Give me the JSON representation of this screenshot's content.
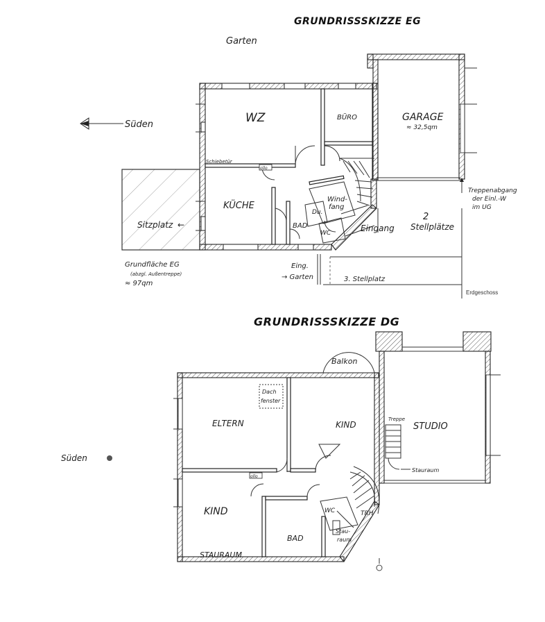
{
  "titles": {
    "eg": "GRUNDRISSSKIZZE EG",
    "dg": "GRUNDRISSSKIZZE DG"
  },
  "eg": {
    "garten": "Garten",
    "sueden": "Süden",
    "wz": "WZ",
    "buero": "BÜRO",
    "garage": "GARAGE",
    "garage_area": "≈ 32,5qm",
    "schiebetuer": "Schiebetür",
    "kueche": "KÜCHE",
    "sitzplatz": "Sitzplatz",
    "wind": "Wind-",
    "fang": "fang",
    "du": "Du.",
    "bad": "BAD",
    "wc": "WC",
    "eingang": "Eingang",
    "stellplaetze_count": "2",
    "stellplaetze": "Stellplätze",
    "treppen_1": "Treppenabgang",
    "treppen_2": "der Einl.-W",
    "treppen_3": "im UG",
    "grund_1": "Grundfläche EG",
    "grund_2": "(abzgl. Außentreppe)",
    "grund_3": "≈ 97qm",
    "eing_1": "Eing.",
    "eing_2": "→ Garten",
    "stellplatz3": "3. Stellplatz",
    "erdgeschoss": "Erdgeschoss",
    "ollo": "ollo"
  },
  "dg": {
    "balkon": "Balkon",
    "dachfenster_1": "Dach",
    "dachfenster_2": "fenster",
    "eltern": "ELTERN",
    "kind_top": "KIND",
    "treppe": "Treppe",
    "studio": "STUDIO",
    "stauraum_side": "Stauraum",
    "sueden": "Süden",
    "kind_bottom": "KIND",
    "wc": "WC",
    "trh": "TRH",
    "stau_1": "Stau-",
    "stau_2": "raum",
    "bad": "BAD",
    "stauraum": "STAURAUM",
    "ollo": "ollo"
  }
}
